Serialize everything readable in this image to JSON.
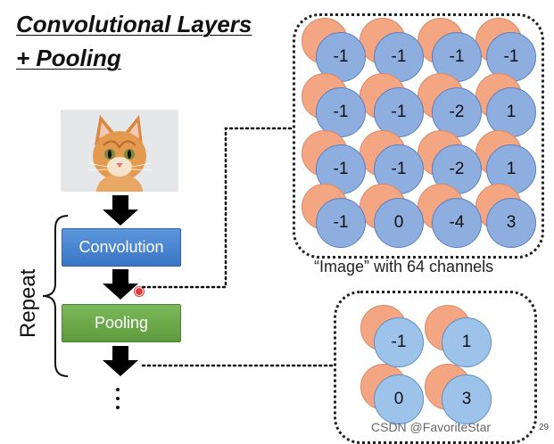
{
  "title_line1": "Convolutional Layers",
  "title_line2": "+ Pooling",
  "repeat_label": "Repeat",
  "steps": {
    "convolution": "Convolution",
    "pooling": "Pooling"
  },
  "caption": "“Image” with 64 channels",
  "image_grid": [
    [
      "-1",
      "-1",
      "-1",
      "-1"
    ],
    [
      "-1",
      "-1",
      "-2",
      "1"
    ],
    [
      "-1",
      "-1",
      "-2",
      "1"
    ],
    [
      "-1",
      "0",
      "-4",
      "3"
    ]
  ],
  "pooled_grid": [
    [
      "-1",
      "1"
    ],
    [
      "0",
      "3"
    ]
  ],
  "watermark": "CSDN @FavoriteStar",
  "page_number": "29",
  "colors": {
    "convolution_box": "#4a86d0",
    "pooling_box": "#6fa94c",
    "channel_front": "#8eaee0",
    "channel_back": "#f4a581"
  },
  "icons": [
    "cat-photo",
    "down-arrow-icon",
    "brace-icon",
    "pointer-dot"
  ]
}
